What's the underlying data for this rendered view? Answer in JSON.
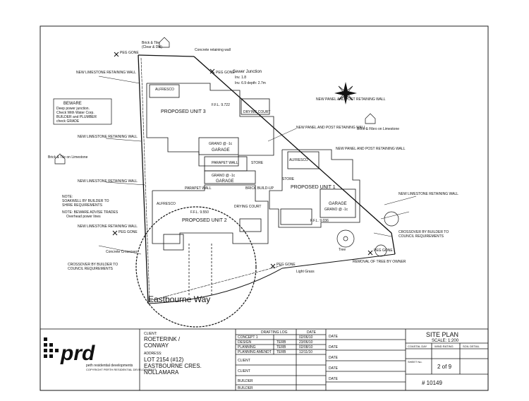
{
  "plan": {
    "street": "Eastbourne Way",
    "sewer": {
      "title": "Sewer Junction",
      "line1": "Inv. 1.8",
      "line2": "Inv. 6.9 depth: 2.7m"
    },
    "units": {
      "u1": "PROPOSED UNIT 1",
      "u2": "PROPOSED UNIT 2",
      "u3": "PROPOSED UNIT 3"
    },
    "rooms": {
      "alfresco": "ALFRESCO",
      "garage": "GARAGE",
      "store": "STORE",
      "drying": "DRYING COURT",
      "parapet": "PARAPET WALL",
      "brick": "BRICK BUILD-UP",
      "fin_level_1": "F.F.L. 9.722",
      "fin_level_2": "F.F.L. 9.550",
      "fin_level_3": "F.F.L. 9.036",
      "garage_level": "GRANO @ -1c"
    },
    "notes": {
      "beware_title": "BEWARE",
      "beware_1": "Deep power junction.",
      "beware_2": "Check With Water Corp.",
      "beware_3": "BUILDER and PLUMBER",
      "beware_4": "check GRADE",
      "soakwell": "NOTE:",
      "soakwell_2": "SOAKWELL BY BUILDER TO",
      "soakwell_3": "SHIRE REQUIREMENTS",
      "traders": "NOTE: BEWARE ADVISE TRADES",
      "traders_2": "Overhead power lines",
      "crossover_l1": "CROSSOVER BY BUILDER TO",
      "crossover_l2": "COUNCIL REQUIREMENTS",
      "crossover_r1": "CROSSOVER BY BUILDER TO",
      "crossover_r2": "COUNCIL REQUIREMENTS",
      "limestone_1": "NEW LIMESTONE RETAINING WALL",
      "limestone_2": "NEW LIMESTONE RETAINING WALL",
      "limestone_3": "NEW LIMESTONE RETAINING WALL",
      "limestone_4": "NEW LIMESTONE RETAINING WALL",
      "limestone_5": "NEW LIMESTONE RETAINING WALL",
      "panel_1": "NEW PANEL AND POST RETAINING WALL",
      "panel_2": "NEW PANEL AND POST RETAINING WALL",
      "panel_3": "NEW PANEL AND POST RETAINING WALL",
      "peg_gone": "PEG GONE",
      "brick_tile_1": "Brick & Tile",
      "brick_tile_2": "(Clear & Dbl)",
      "concrete_wall": "Concrete retaining wall",
      "brick_fibro": "Brick & Fibro on Limestone",
      "brick_tile_ls": "Brick & Tile on Limestone",
      "removal": "REMOVAL OF TREE BY OWNER",
      "tree": "Tree",
      "light_grass": "Light Grass",
      "concrete_crossover": "Concrete Crossover"
    }
  },
  "title_block": {
    "logo_text": "prd",
    "logo_sub_1": "peth residential developments",
    "logo_sub_2": "COPYRIGHT PERTH RESIDENTIAL DEVELOPMENTS",
    "client_label": "CLIENT:",
    "client_1": "ROETERINK /",
    "client_2": "CONWAY",
    "address_label": "ADDRESS:",
    "address_1": "LOT 2154 (#12)",
    "address_2": "EASTBOURNE CRES.",
    "address_3": "NOLLAMARA",
    "log_title": "DRAFTING LOG",
    "log_date_head": "DATE",
    "log_rows": [
      {
        "item": "CONCEPT 1",
        "by": "",
        "date": "02/06/10"
      },
      {
        "item": "DESIGN",
        "by": "TERB",
        "date": "23/06/10"
      },
      {
        "item": "PLANNING",
        "by": "TERB",
        "date": "02/08/10"
      },
      {
        "item": "PLANNING AMENDT",
        "by": "TERB",
        "date": "12/11/10"
      }
    ],
    "date_rows": [
      "DATE",
      "DATE",
      "DATE",
      "DATE",
      "DATE"
    ],
    "side_labels": [
      "CLIENT",
      "CLIENT",
      "BUILDER",
      "BUILDER"
    ],
    "sheet_title": "SITE PLAN",
    "scale": "SCALE: 1:200",
    "small_head": [
      "COASTAL DAY",
      "WIND RATING",
      "SOIL DETAIL"
    ],
    "sheet_no_label": "SHEET No.",
    "sheet_no": "2 of 9",
    "job_no": "# 10149"
  }
}
